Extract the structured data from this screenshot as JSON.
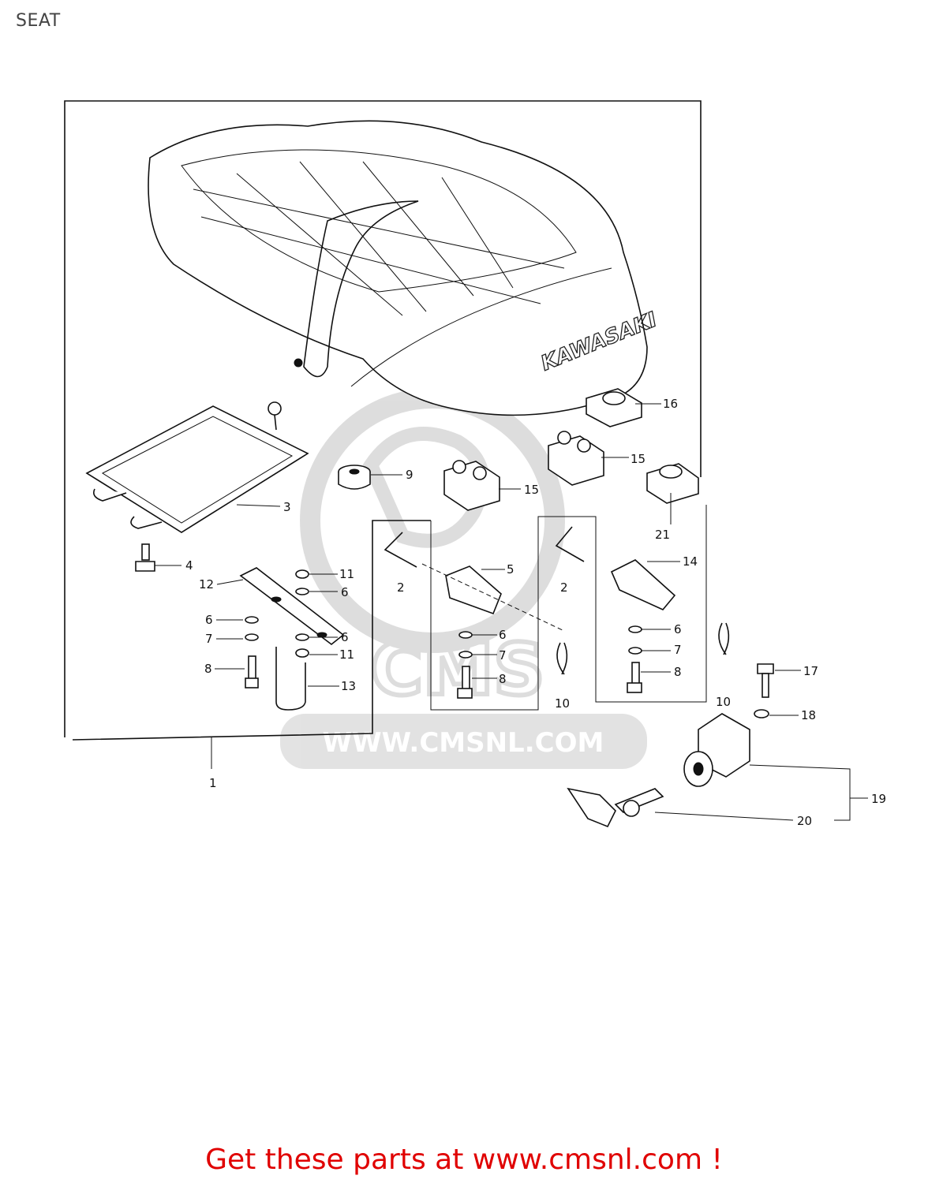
{
  "page": {
    "title": "SEAT"
  },
  "diagram": {
    "brand_text": "KAWASAKI",
    "watermark": {
      "site": "WWW.CMSNL.COM",
      "logo_text": "CMS"
    },
    "callouts": [
      "1",
      "2",
      "2",
      "3",
      "4",
      "5",
      "6",
      "6",
      "6",
      "6",
      "6",
      "7",
      "7",
      "7",
      "8",
      "8",
      "8",
      "9",
      "10",
      "10",
      "11",
      "11",
      "12",
      "13",
      "14",
      "15",
      "15",
      "16",
      "17",
      "18",
      "19",
      "20",
      "21"
    ]
  },
  "footer": {
    "link_text": "Get these parts at www.cmsnl.com !"
  }
}
